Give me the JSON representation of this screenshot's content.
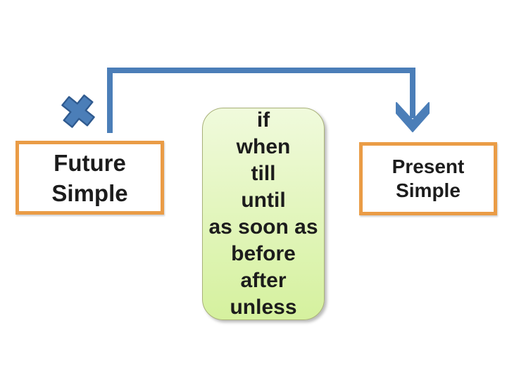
{
  "boxes": {
    "future": {
      "lines": [
        "Future",
        "Simple"
      ]
    },
    "present": {
      "lines": [
        "Present",
        "Simple"
      ]
    }
  },
  "conjunctions": {
    "items": [
      "if",
      "when",
      "till",
      "until",
      "as soon as",
      "before",
      "after",
      "unless"
    ]
  },
  "icons": {
    "cross": "cross-icon",
    "arrow": "arrow-down-icon"
  },
  "colors": {
    "accent-blue": "#4b7eb8",
    "accent-blue-dark": "#2f5a8f",
    "accent-orange": "#ea9c46",
    "green-top": "#f0fadc",
    "green-bottom": "#d5f19e",
    "green-border": "#a9b179",
    "text": "#1c1c1c"
  }
}
